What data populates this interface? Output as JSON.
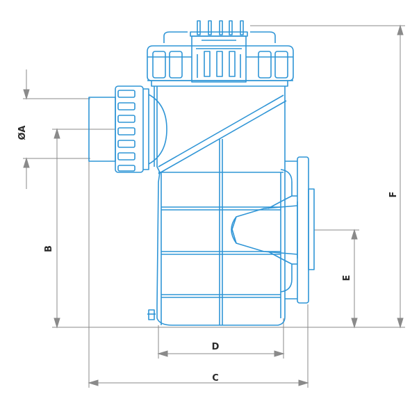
{
  "labels": {
    "diameter_a": "ØA",
    "b": "B",
    "c": "C",
    "d": "D",
    "e": "E",
    "f": "F"
  },
  "colors": {
    "outline": "#2f95d6",
    "dimension": "#8a8a8a",
    "text": "#2a2a2a"
  }
}
